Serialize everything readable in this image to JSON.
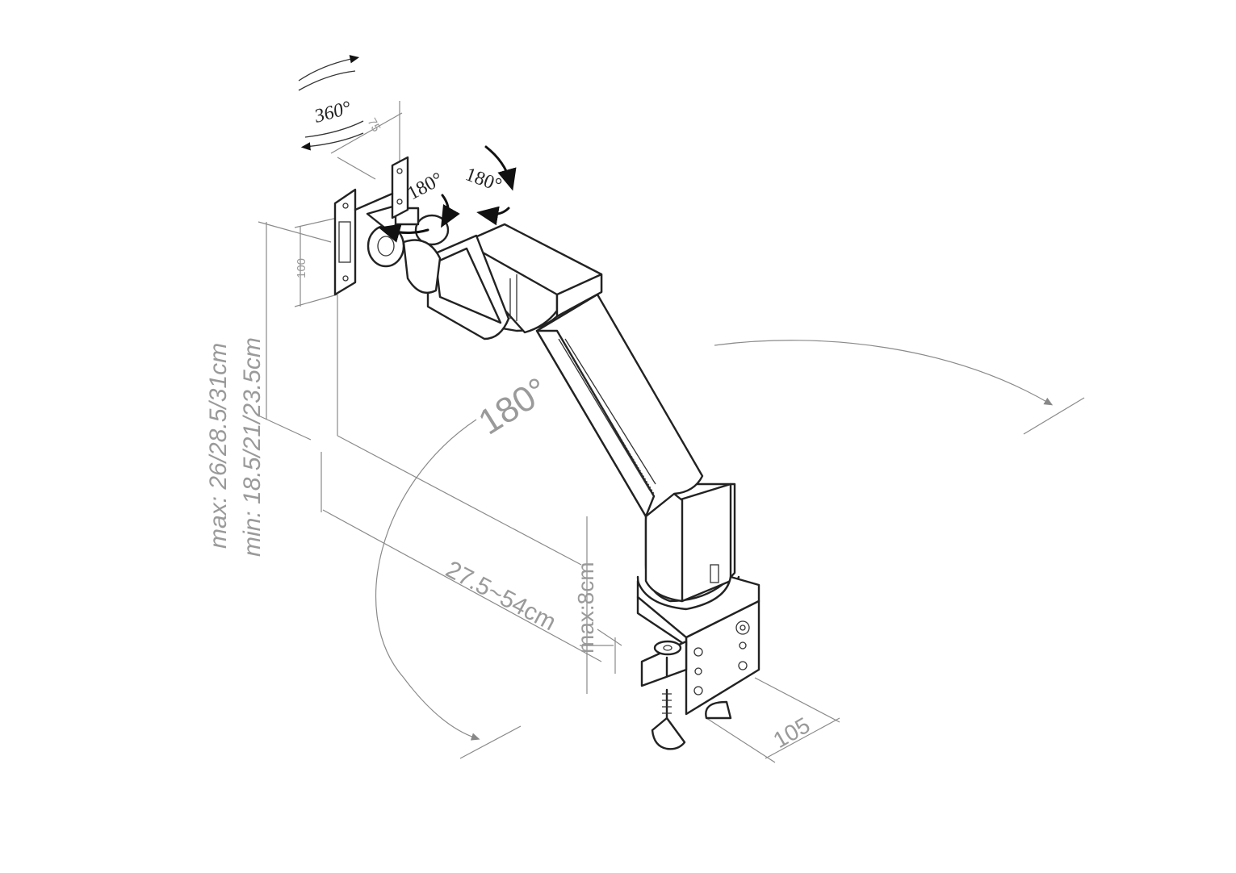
{
  "labels": {
    "height_max": "max: 26/28.5/31cm",
    "height_min": "min: 18.5/21/23.5cm",
    "reach": "27.5~54cm",
    "desk_thickness": "max:8cm",
    "clamp_depth": "105",
    "swing_angle": "180°",
    "rotation": "360°",
    "tilt_1": "180°",
    "tilt_2": "180°",
    "vesa_75": "75",
    "vesa_100": "100"
  }
}
